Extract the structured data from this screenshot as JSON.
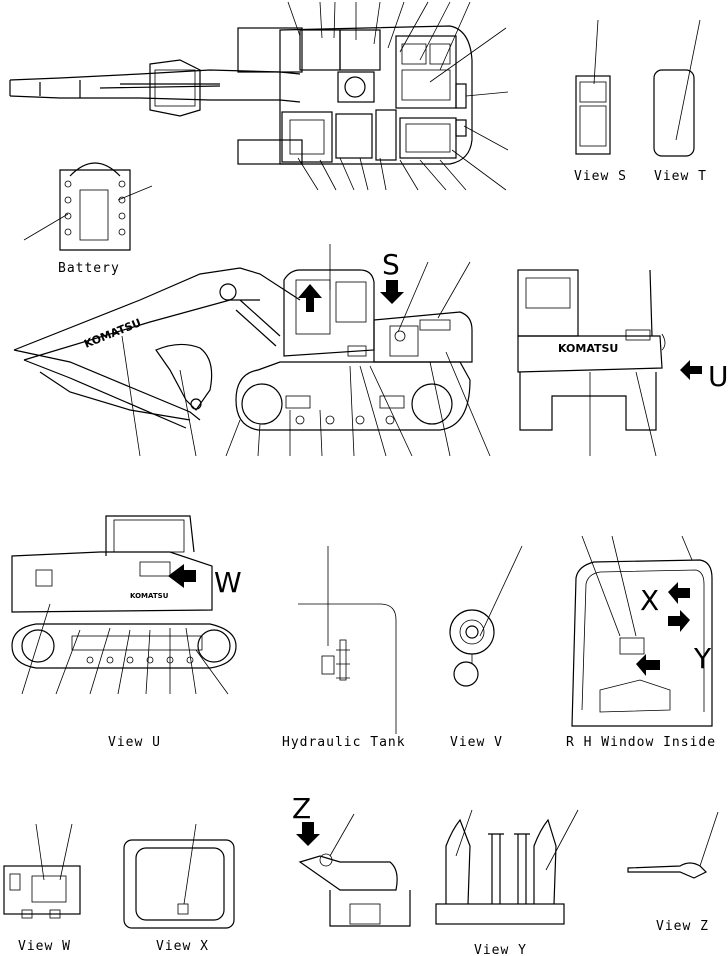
{
  "brand": "KOMATSU",
  "labels": {
    "battery": "Battery",
    "view_s": "View S",
    "view_t": "View T",
    "view_u": "View U",
    "view_v": "View V",
    "view_w": "View W",
    "view_x": "View X",
    "view_y": "View Y",
    "view_z": "View Z",
    "hydraulic_tank": "Hydraulic Tank",
    "rh_window_inside": "R H Window Inside"
  },
  "markers": {
    "s": "S",
    "u": "U",
    "w": "W",
    "x": "X",
    "y": "Y",
    "z": "Z"
  }
}
